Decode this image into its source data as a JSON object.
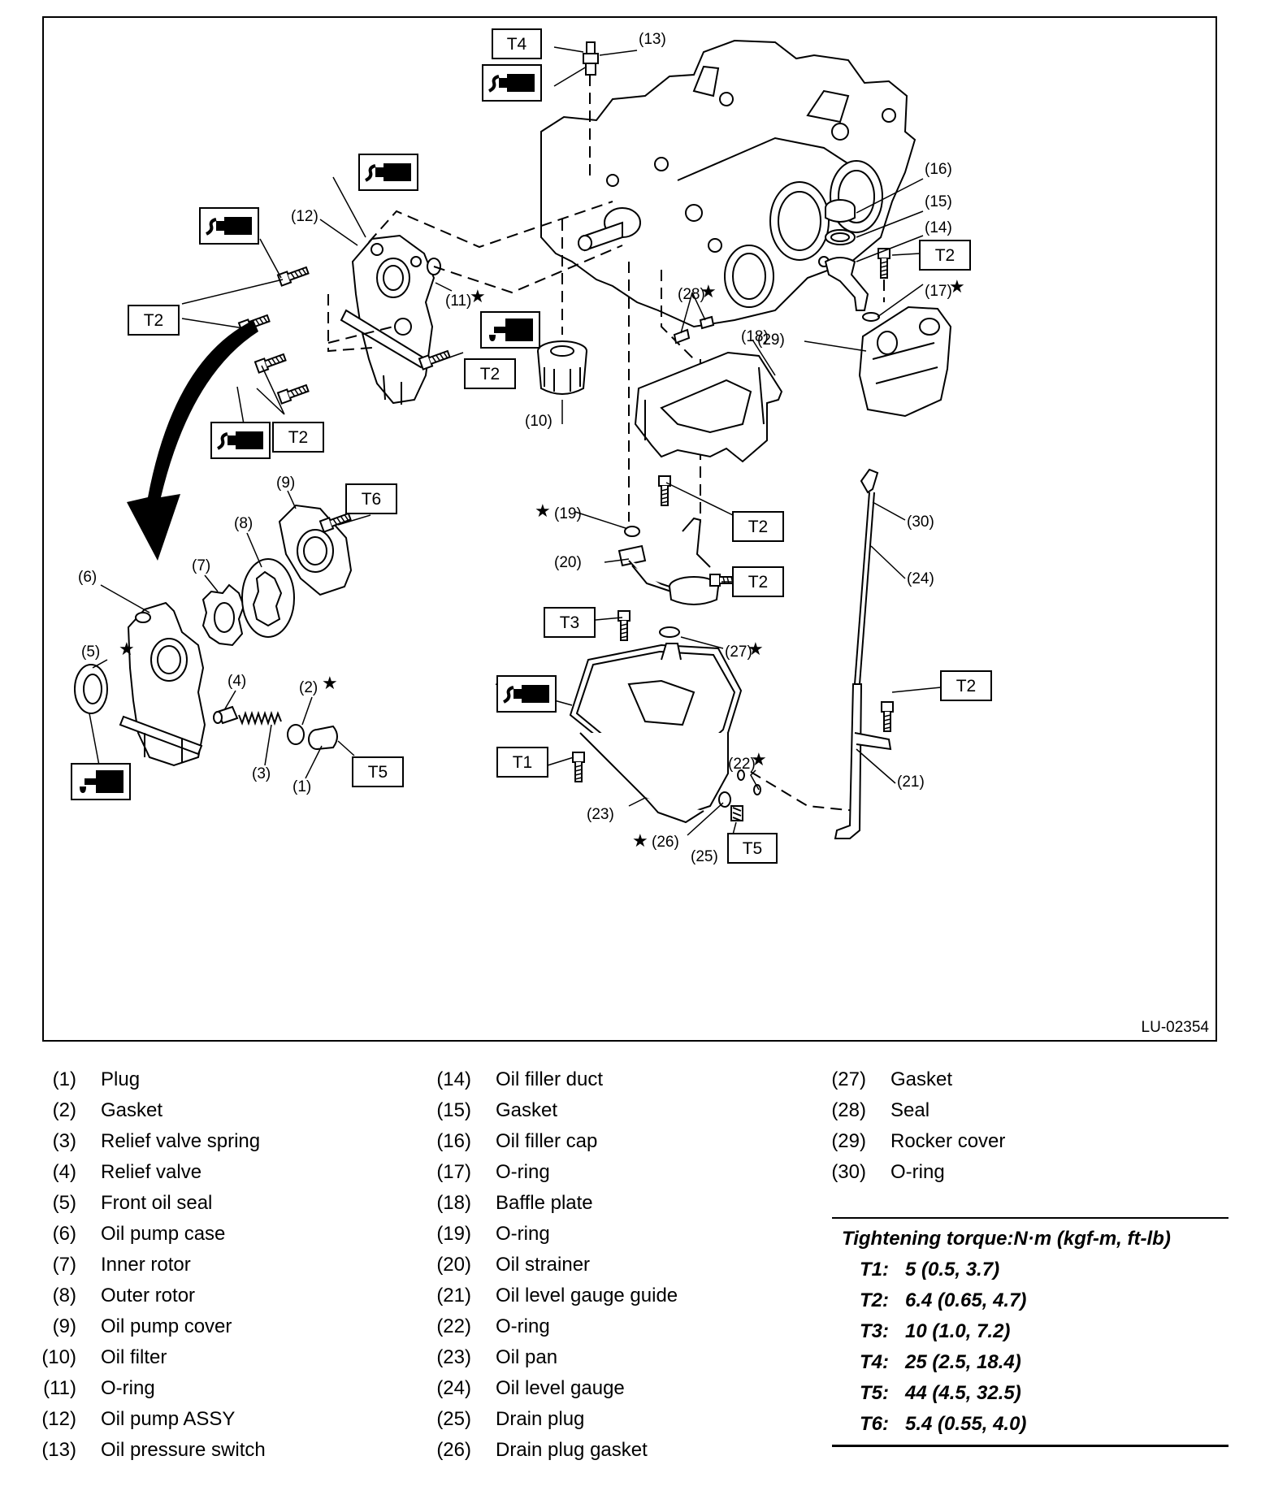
{
  "diagram": {
    "code": "LU-02354",
    "callouts": {
      "c1": "(1)",
      "c2": "(2)",
      "c3": "(3)",
      "c4": "(4)",
      "c5": "(5)",
      "c6": "(6)",
      "c7": "(7)",
      "c8": "(8)",
      "c9": "(9)",
      "c10": "(10)",
      "c11": "(11)",
      "c12": "(12)",
      "c13": "(13)",
      "c14": "(14)",
      "c15": "(15)",
      "c16": "(16)",
      "c17": "(17)",
      "c18": "(18)",
      "c19": "(19)",
      "c20": "(20)",
      "c21": "(21)",
      "c22": "(22)",
      "c23": "(23)",
      "c24": "(24)",
      "c25": "(25)",
      "c26": "(26)",
      "c27": "(27)",
      "c28": "(28)",
      "c29": "(29)",
      "c30": "(30)"
    },
    "torque_tags": {
      "t1": "T1",
      "t2": "T2",
      "t3": "T3",
      "t4": "T4",
      "t5": "T5",
      "t6": "T6"
    },
    "star": "★"
  },
  "legend": {
    "col1": [
      {
        "num": "(1)",
        "name": "Plug"
      },
      {
        "num": "(2)",
        "name": "Gasket"
      },
      {
        "num": "(3)",
        "name": "Relief valve spring"
      },
      {
        "num": "(4)",
        "name": "Relief valve"
      },
      {
        "num": "(5)",
        "name": "Front oil seal"
      },
      {
        "num": "(6)",
        "name": "Oil pump case"
      },
      {
        "num": "(7)",
        "name": "Inner rotor"
      },
      {
        "num": "(8)",
        "name": "Outer rotor"
      },
      {
        "num": "(9)",
        "name": "Oil pump cover"
      },
      {
        "num": "(10)",
        "name": "Oil filter"
      },
      {
        "num": "(11)",
        "name": "O-ring"
      },
      {
        "num": "(12)",
        "name": "Oil pump ASSY"
      },
      {
        "num": "(13)",
        "name": "Oil pressure switch"
      }
    ],
    "col2": [
      {
        "num": "(14)",
        "name": "Oil filler duct"
      },
      {
        "num": "(15)",
        "name": "Gasket"
      },
      {
        "num": "(16)",
        "name": "Oil filler cap"
      },
      {
        "num": "(17)",
        "name": "O-ring"
      },
      {
        "num": "(18)",
        "name": "Baffle plate"
      },
      {
        "num": "(19)",
        "name": "O-ring"
      },
      {
        "num": "(20)",
        "name": "Oil strainer"
      },
      {
        "num": "(21)",
        "name": "Oil level gauge guide"
      },
      {
        "num": "(22)",
        "name": "O-ring"
      },
      {
        "num": "(23)",
        "name": "Oil pan"
      },
      {
        "num": "(24)",
        "name": "Oil level gauge"
      },
      {
        "num": "(25)",
        "name": "Drain plug"
      },
      {
        "num": "(26)",
        "name": "Drain plug gasket"
      }
    ],
    "col3": [
      {
        "num": "(27)",
        "name": "Gasket"
      },
      {
        "num": "(28)",
        "name": "Seal"
      },
      {
        "num": "(29)",
        "name": "Rocker cover"
      },
      {
        "num": "(30)",
        "name": "O-ring"
      }
    ]
  },
  "torque": {
    "title": "Tightening torque:N·m (kgf-m, ft-lb)",
    "rows": [
      {
        "key": "T1:",
        "value": "5 (0.5, 3.7)"
      },
      {
        "key": "T2:",
        "value": "6.4 (0.65, 4.7)"
      },
      {
        "key": "T3:",
        "value": "10 (1.0, 7.2)"
      },
      {
        "key": "T4:",
        "value": "25 (2.5, 18.4)"
      },
      {
        "key": "T5:",
        "value": "44 (4.5, 32.5)"
      },
      {
        "key": "T6:",
        "value": "5.4 (0.55, 4.0)"
      }
    ]
  }
}
